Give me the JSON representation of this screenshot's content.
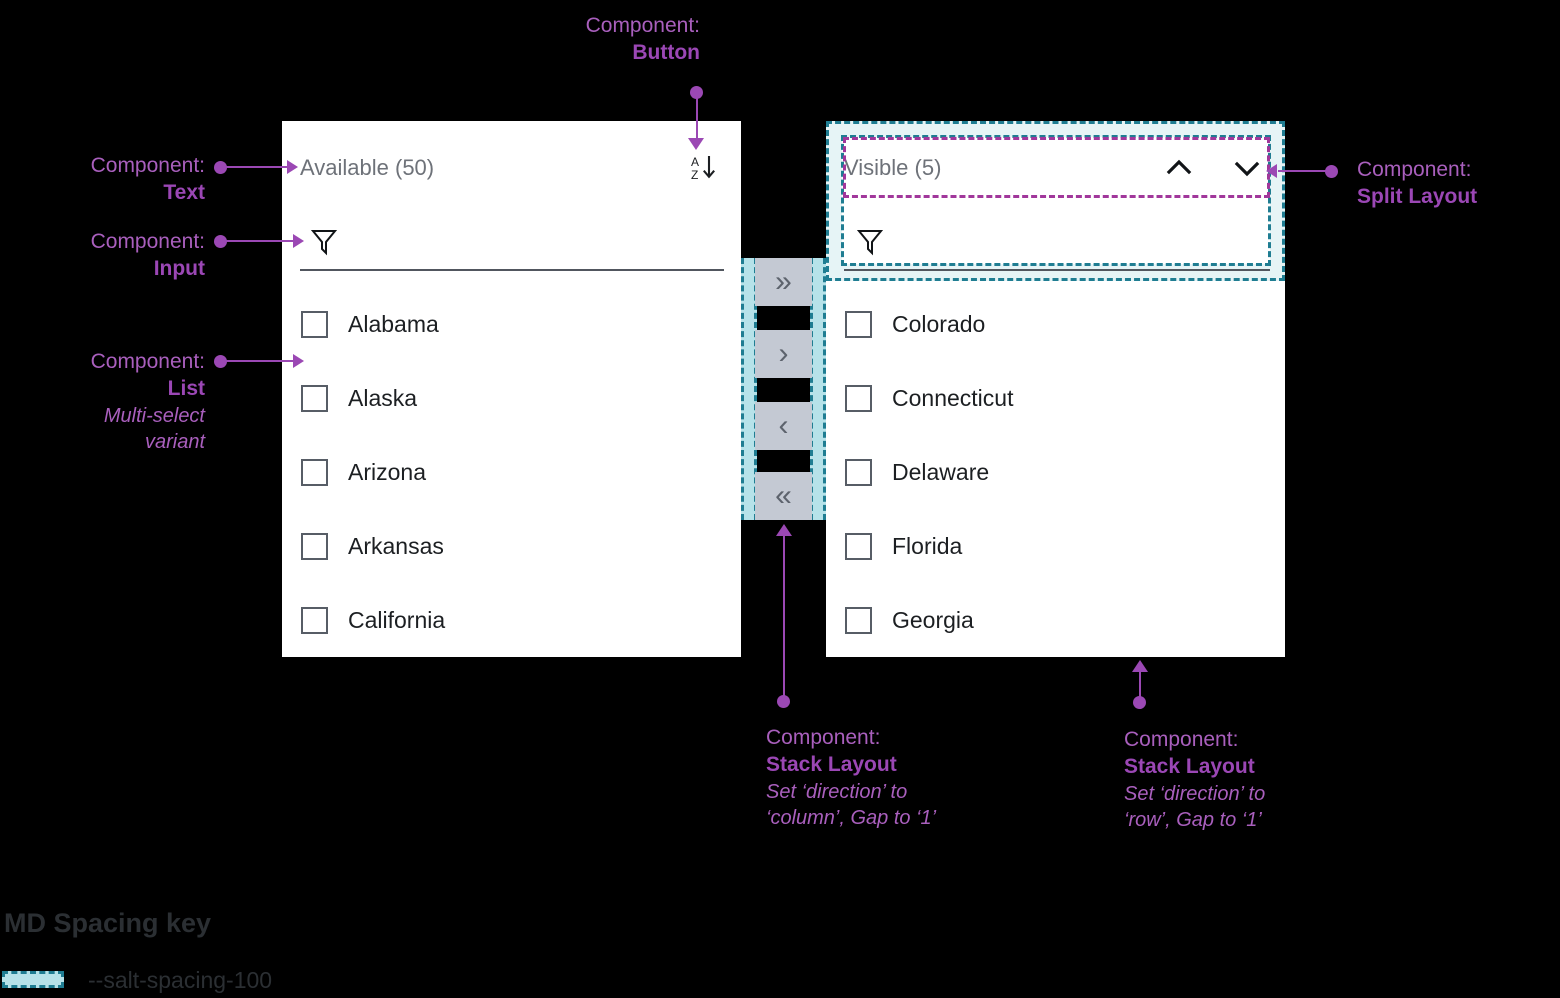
{
  "annotations": {
    "button": {
      "lead": "Component:",
      "name": "Button"
    },
    "text": {
      "lead": "Component:",
      "name": "Text"
    },
    "input": {
      "lead": "Component:",
      "name": "Input"
    },
    "list": {
      "lead": "Component:",
      "name": "List",
      "sub_line1": "Multi-select",
      "sub_line2": "variant"
    },
    "split_layout": {
      "lead": "Component:",
      "name": "Split Layout"
    },
    "stack_column": {
      "lead": "Component:",
      "name": "Stack Layout",
      "sub_line1": "Set ‘direction’ to",
      "sub_line2": "‘column’, Gap to ‘1’"
    },
    "stack_row": {
      "lead": "Component:",
      "name": "Stack Layout",
      "sub_line1": "Set ‘direction’ to",
      "sub_line2": "‘row’, Gap to ‘1’"
    }
  },
  "available_panel": {
    "title": "Available (50)",
    "sort_icon": "sort-az-descending-icon",
    "filter_icon": "filter-funnel-icon",
    "filter_value": "",
    "filter_placeholder": "",
    "items": [
      {
        "label": "Alabama",
        "checked": false
      },
      {
        "label": "Alaska",
        "checked": false
      },
      {
        "label": "Arizona",
        "checked": false
      },
      {
        "label": "Arkansas",
        "checked": false
      },
      {
        "label": "California",
        "checked": false
      }
    ]
  },
  "visible_panel": {
    "title": "Visible (5)",
    "move_up_icon": "chevron-up-icon",
    "move_down_icon": "chevron-down-icon",
    "filter_icon": "filter-funnel-icon",
    "filter_value": "",
    "filter_placeholder": "",
    "items": [
      {
        "label": "Colorado",
        "checked": false
      },
      {
        "label": "Connecticut",
        "checked": false
      },
      {
        "label": "Delaware",
        "checked": false
      },
      {
        "label": "Florida",
        "checked": false
      },
      {
        "label": "Georgia",
        "checked": false
      }
    ]
  },
  "transfer_buttons": [
    {
      "name": "move-all-right-button",
      "glyph": "»"
    },
    {
      "name": "move-right-button",
      "glyph": "›"
    },
    {
      "name": "move-left-button",
      "glyph": "‹"
    },
    {
      "name": "move-all-left-button",
      "glyph": "«"
    }
  ],
  "spacing_key": {
    "title": "MD Spacing key",
    "token": "--salt-spacing-100"
  },
  "colors": {
    "annotation": "#9b48b4",
    "spacing_fill": "#b6e2e9",
    "spacing_border": "#1f7d92",
    "purple_dash": "#a1379b",
    "panel_bg": "#ffffff",
    "button_bg": "#c4c9d3",
    "background": "#000000"
  }
}
